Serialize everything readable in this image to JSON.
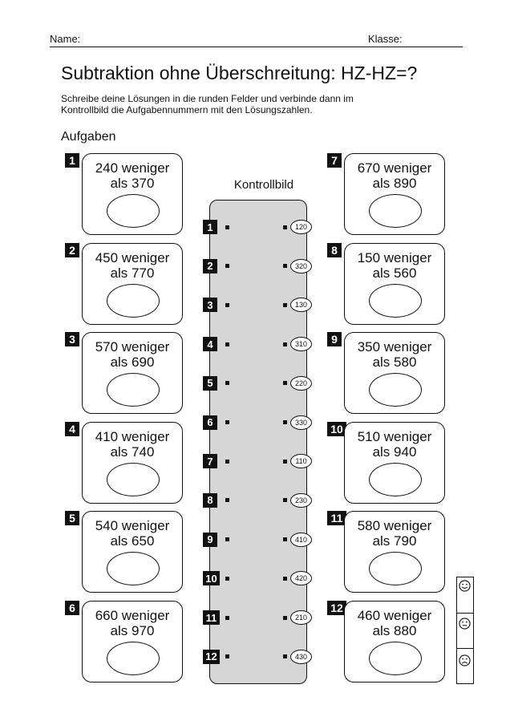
{
  "header": {
    "name_label": "Name:",
    "class_label": "Klasse:"
  },
  "title": "Subtraktion ohne Überschreitung: HZ-HZ=?",
  "instructions": [
    "Schreibe deine Lösungen in die runden Felder und verbinde dann im",
    "Kontrollbild die Aufgabennummern mit den Lösungszahlen."
  ],
  "section_label": "Aufgaben",
  "control_panel": {
    "title": "Kontrollbild",
    "numbers": [
      "1",
      "2",
      "3",
      "4",
      "5",
      "6",
      "7",
      "8",
      "9",
      "10",
      "11",
      "12"
    ],
    "solutions": [
      "120",
      "320",
      "130",
      "310",
      "220",
      "330",
      "110",
      "230",
      "410",
      "420",
      "210",
      "430"
    ]
  },
  "tasks": [
    {
      "number": "1",
      "line1": "240 weniger",
      "line2": "als 370"
    },
    {
      "number": "2",
      "line1": "450 weniger",
      "line2": "als 770"
    },
    {
      "number": "3",
      "line1": "570 weniger",
      "line2": "als 690"
    },
    {
      "number": "4",
      "line1": "410 weniger",
      "line2": "als 740"
    },
    {
      "number": "5",
      "line1": "540 weniger",
      "line2": "als 650"
    },
    {
      "number": "6",
      "line1": "660 weniger",
      "line2": "als 970"
    },
    {
      "number": "7",
      "line1": "670 weniger",
      "line2": "als 890"
    },
    {
      "number": "8",
      "line1": "150 weniger",
      "line2": "als 560"
    },
    {
      "number": "9",
      "line1": "350 weniger",
      "line2": "als 580"
    },
    {
      "number": "10",
      "line1": "510 weniger",
      "line2": "als 940"
    },
    {
      "number": "11",
      "line1": "580 weniger",
      "line2": "als 790"
    },
    {
      "number": "12",
      "line1": "460 weniger",
      "line2": "als 880"
    }
  ],
  "self_assessment": [
    "smiley-happy-icon",
    "smiley-neutral-icon",
    "smiley-sad-icon"
  ]
}
